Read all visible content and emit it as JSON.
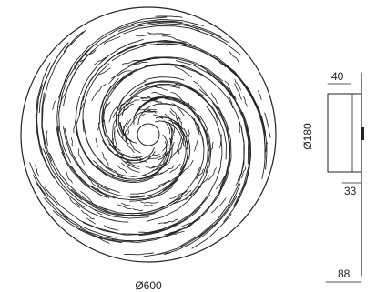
{
  "dimensions": {
    "front_diameter": "Ø600",
    "side_height": "Ø180",
    "side_depth_top": "40",
    "side_depth_bottom": "33",
    "total_projection": "88"
  },
  "colors": {
    "line": "#222222",
    "background": "#ffffff"
  }
}
